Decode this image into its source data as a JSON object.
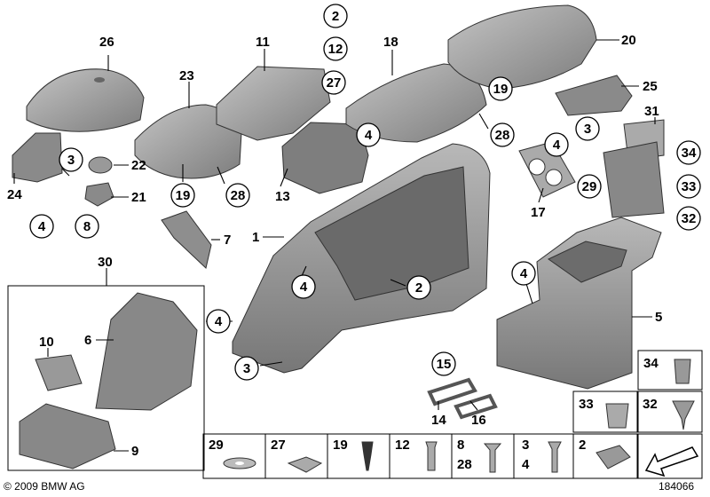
{
  "callouts": {
    "c2a": "2",
    "c12": "12",
    "c27": "27",
    "c19a": "19",
    "c28a": "28",
    "c4a": "4",
    "c3a": "3",
    "c4b": "4",
    "c8": "8",
    "c3b": "3",
    "c4c": "4",
    "c29a": "29",
    "c34a": "34",
    "c33a": "33",
    "c32a": "32",
    "c4d": "4",
    "c2b": "2",
    "c4e": "4",
    "c4f": "4",
    "c3c": "3",
    "c19b": "19",
    "c28b": "28",
    "c15": "15",
    "c33b": "33",
    "c32b": "32"
  },
  "labels": {
    "l26": "26",
    "l11": "11",
    "l18": "18",
    "l20": "20",
    "l23": "23",
    "l25": "25",
    "l22": "22",
    "l21": "21",
    "l24": "24",
    "l13": "13",
    "l31": "31",
    "l17": "17",
    "l7": "7",
    "l1": "1",
    "l30": "30",
    "l10": "10",
    "l6": "6",
    "l5": "5",
    "l9": "9",
    "l14": "14",
    "l16": "16",
    "l34": "34"
  },
  "bottom_row": {
    "b29": "29",
    "b27": "27",
    "b19": "19",
    "b12": "12",
    "b8": "8",
    "b28": "28",
    "b3": "3",
    "b4": "4",
    "b2": "2"
  },
  "footer": {
    "copyright": "© 2009 BMW AG",
    "image_id": "184066"
  },
  "colors": {
    "part_fill": "#9a9a9a",
    "part_light": "#bdbdbd",
    "part_dark": "#5e5e5e",
    "line": "#000000"
  }
}
